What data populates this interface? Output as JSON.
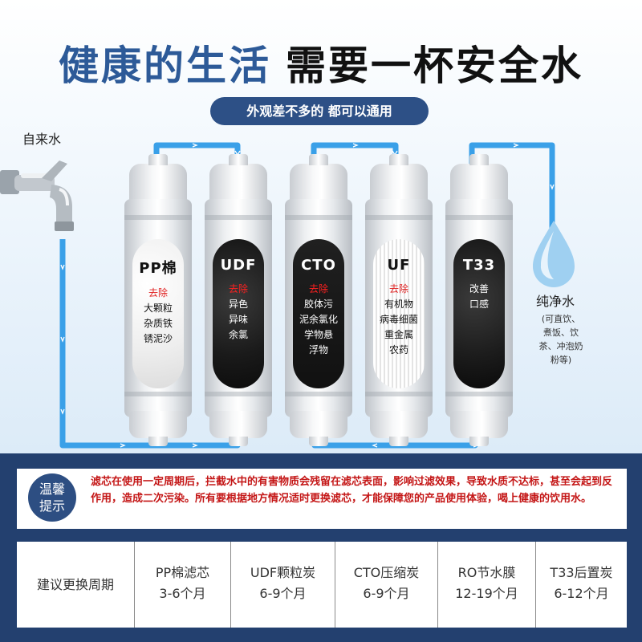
{
  "headline": {
    "part1": "健康的生活",
    "part2": "需要一杯安全水"
  },
  "subtitle": "外观差不多的 都可以通用",
  "labels": {
    "tap": "自来水",
    "pure": "纯净水",
    "pure_uses": "(可直饮、煮饭、饮茶、冲泡奶粉等)"
  },
  "filters": [
    {
      "name": "PP棉",
      "removes": "去除",
      "items": [
        "大颗粒",
        "杂质铁",
        "锈泥沙"
      ]
    },
    {
      "name": "UDF",
      "removes": "去除",
      "items": [
        "异色",
        "异味",
        "余氯"
      ]
    },
    {
      "name": "CTO",
      "removes": "去除",
      "items": [
        "胶体污",
        "泥余氯化",
        "学物悬",
        "浮物"
      ]
    },
    {
      "name": "UF",
      "removes": "去除",
      "items": [
        "有机物",
        "病毒细菌",
        "重金属",
        "农药"
      ]
    },
    {
      "name": "T33",
      "removes": "",
      "items": [
        "改善",
        "口感"
      ]
    }
  ],
  "notice": {
    "badge_line1": "温馨",
    "badge_line2": "提示",
    "text": "滤芯在使用一定周期后，拦截水中的有害物质会残留在滤芯表面，影响过滤效果，导致水质不达标，甚至会起到反作用，造成二次污染。所有要根据地方情况适时更换滤芯，才能保障您的产品使用体验，喝上健康的饮用水。"
  },
  "schedule": {
    "label": "建议更换周期",
    "items": [
      {
        "name": "PP棉滤芯",
        "period": "3-6个月"
      },
      {
        "name": "UDF颗粒炭",
        "period": "6-9个月"
      },
      {
        "name": "CTO压缩炭",
        "period": "6-9个月"
      },
      {
        "name": "RO节水膜",
        "period": "12-19个月"
      },
      {
        "name": "T33后置炭",
        "period": "6-12个月"
      }
    ]
  },
  "colors": {
    "headline_blue": "#2d5a98",
    "navy": "#23406f",
    "pipe": "#3aa0e8",
    "alert_red": "#c41616"
  }
}
